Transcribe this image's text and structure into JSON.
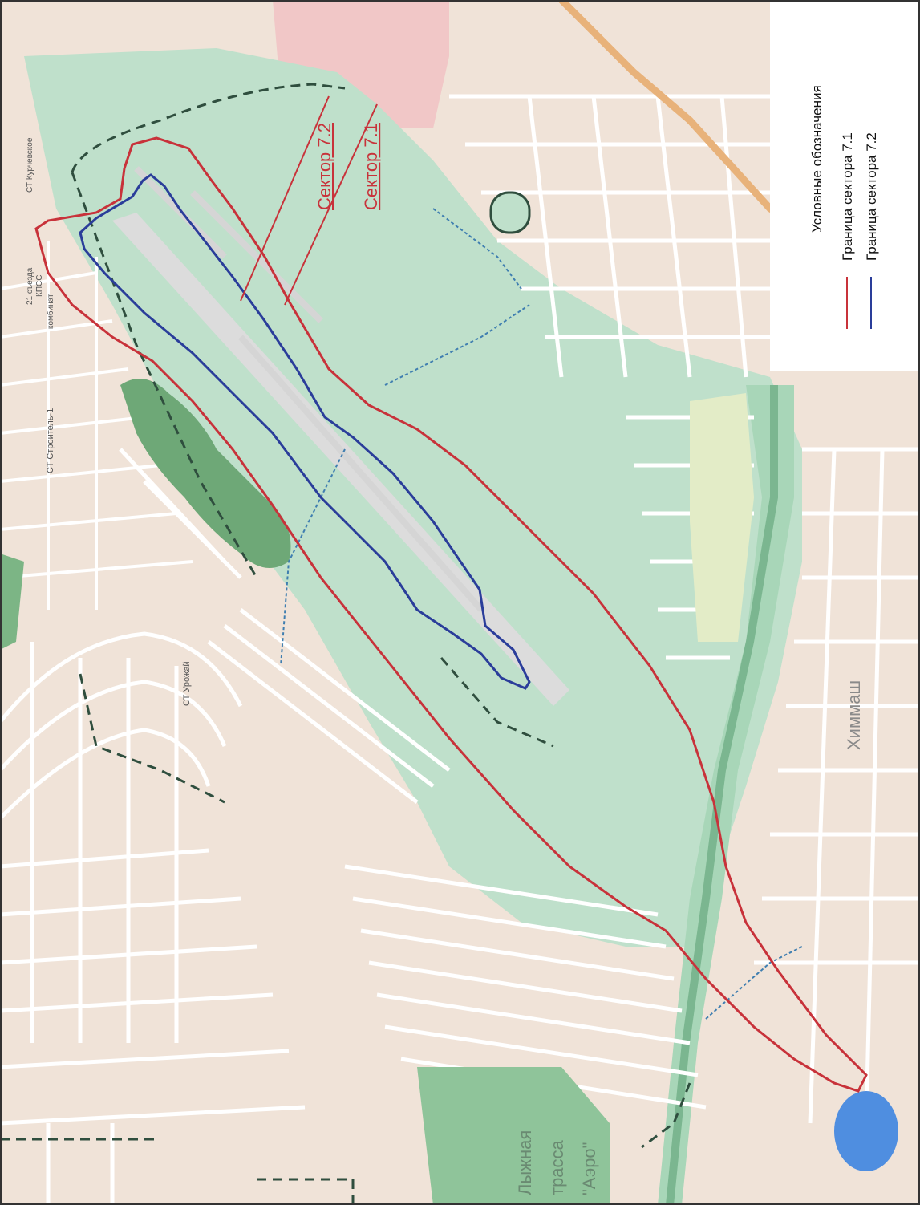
{
  "map": {
    "sector_labels": {
      "s72": "Сектор 7.2",
      "s71": "Сектор 7.1"
    },
    "place_labels": {
      "khimmash": "Химмаш",
      "ski_1": "Лыжная",
      "ski_2": "трасса",
      "ski_3": "\"Аэро\"",
      "st_urozhai": "СТ Урожай",
      "st_stroitel": "СТ Строитель-1",
      "kombinat": "комбинат",
      "congress_1": "21 съезда",
      "congress_2": "КПСС",
      "kurchevskoe": "СТ Курчевское"
    },
    "legend": {
      "title": "Условные обозначения",
      "items": [
        {
          "label": "Граница сектора 7.1",
          "color": "#c8323a"
        },
        {
          "label": "Граница сектора 7.2",
          "color": "#2a3d9a"
        }
      ]
    },
    "colors": {
      "base": "#f0e3d8",
      "green": "#bfe0cb",
      "forest": "#6ea877",
      "industrial": "#f1c7c7",
      "runway": "#dcdcdc",
      "water": "#4f8ee0",
      "dashed_boundary": "#2f4e3e",
      "street": "#ffffff"
    }
  }
}
